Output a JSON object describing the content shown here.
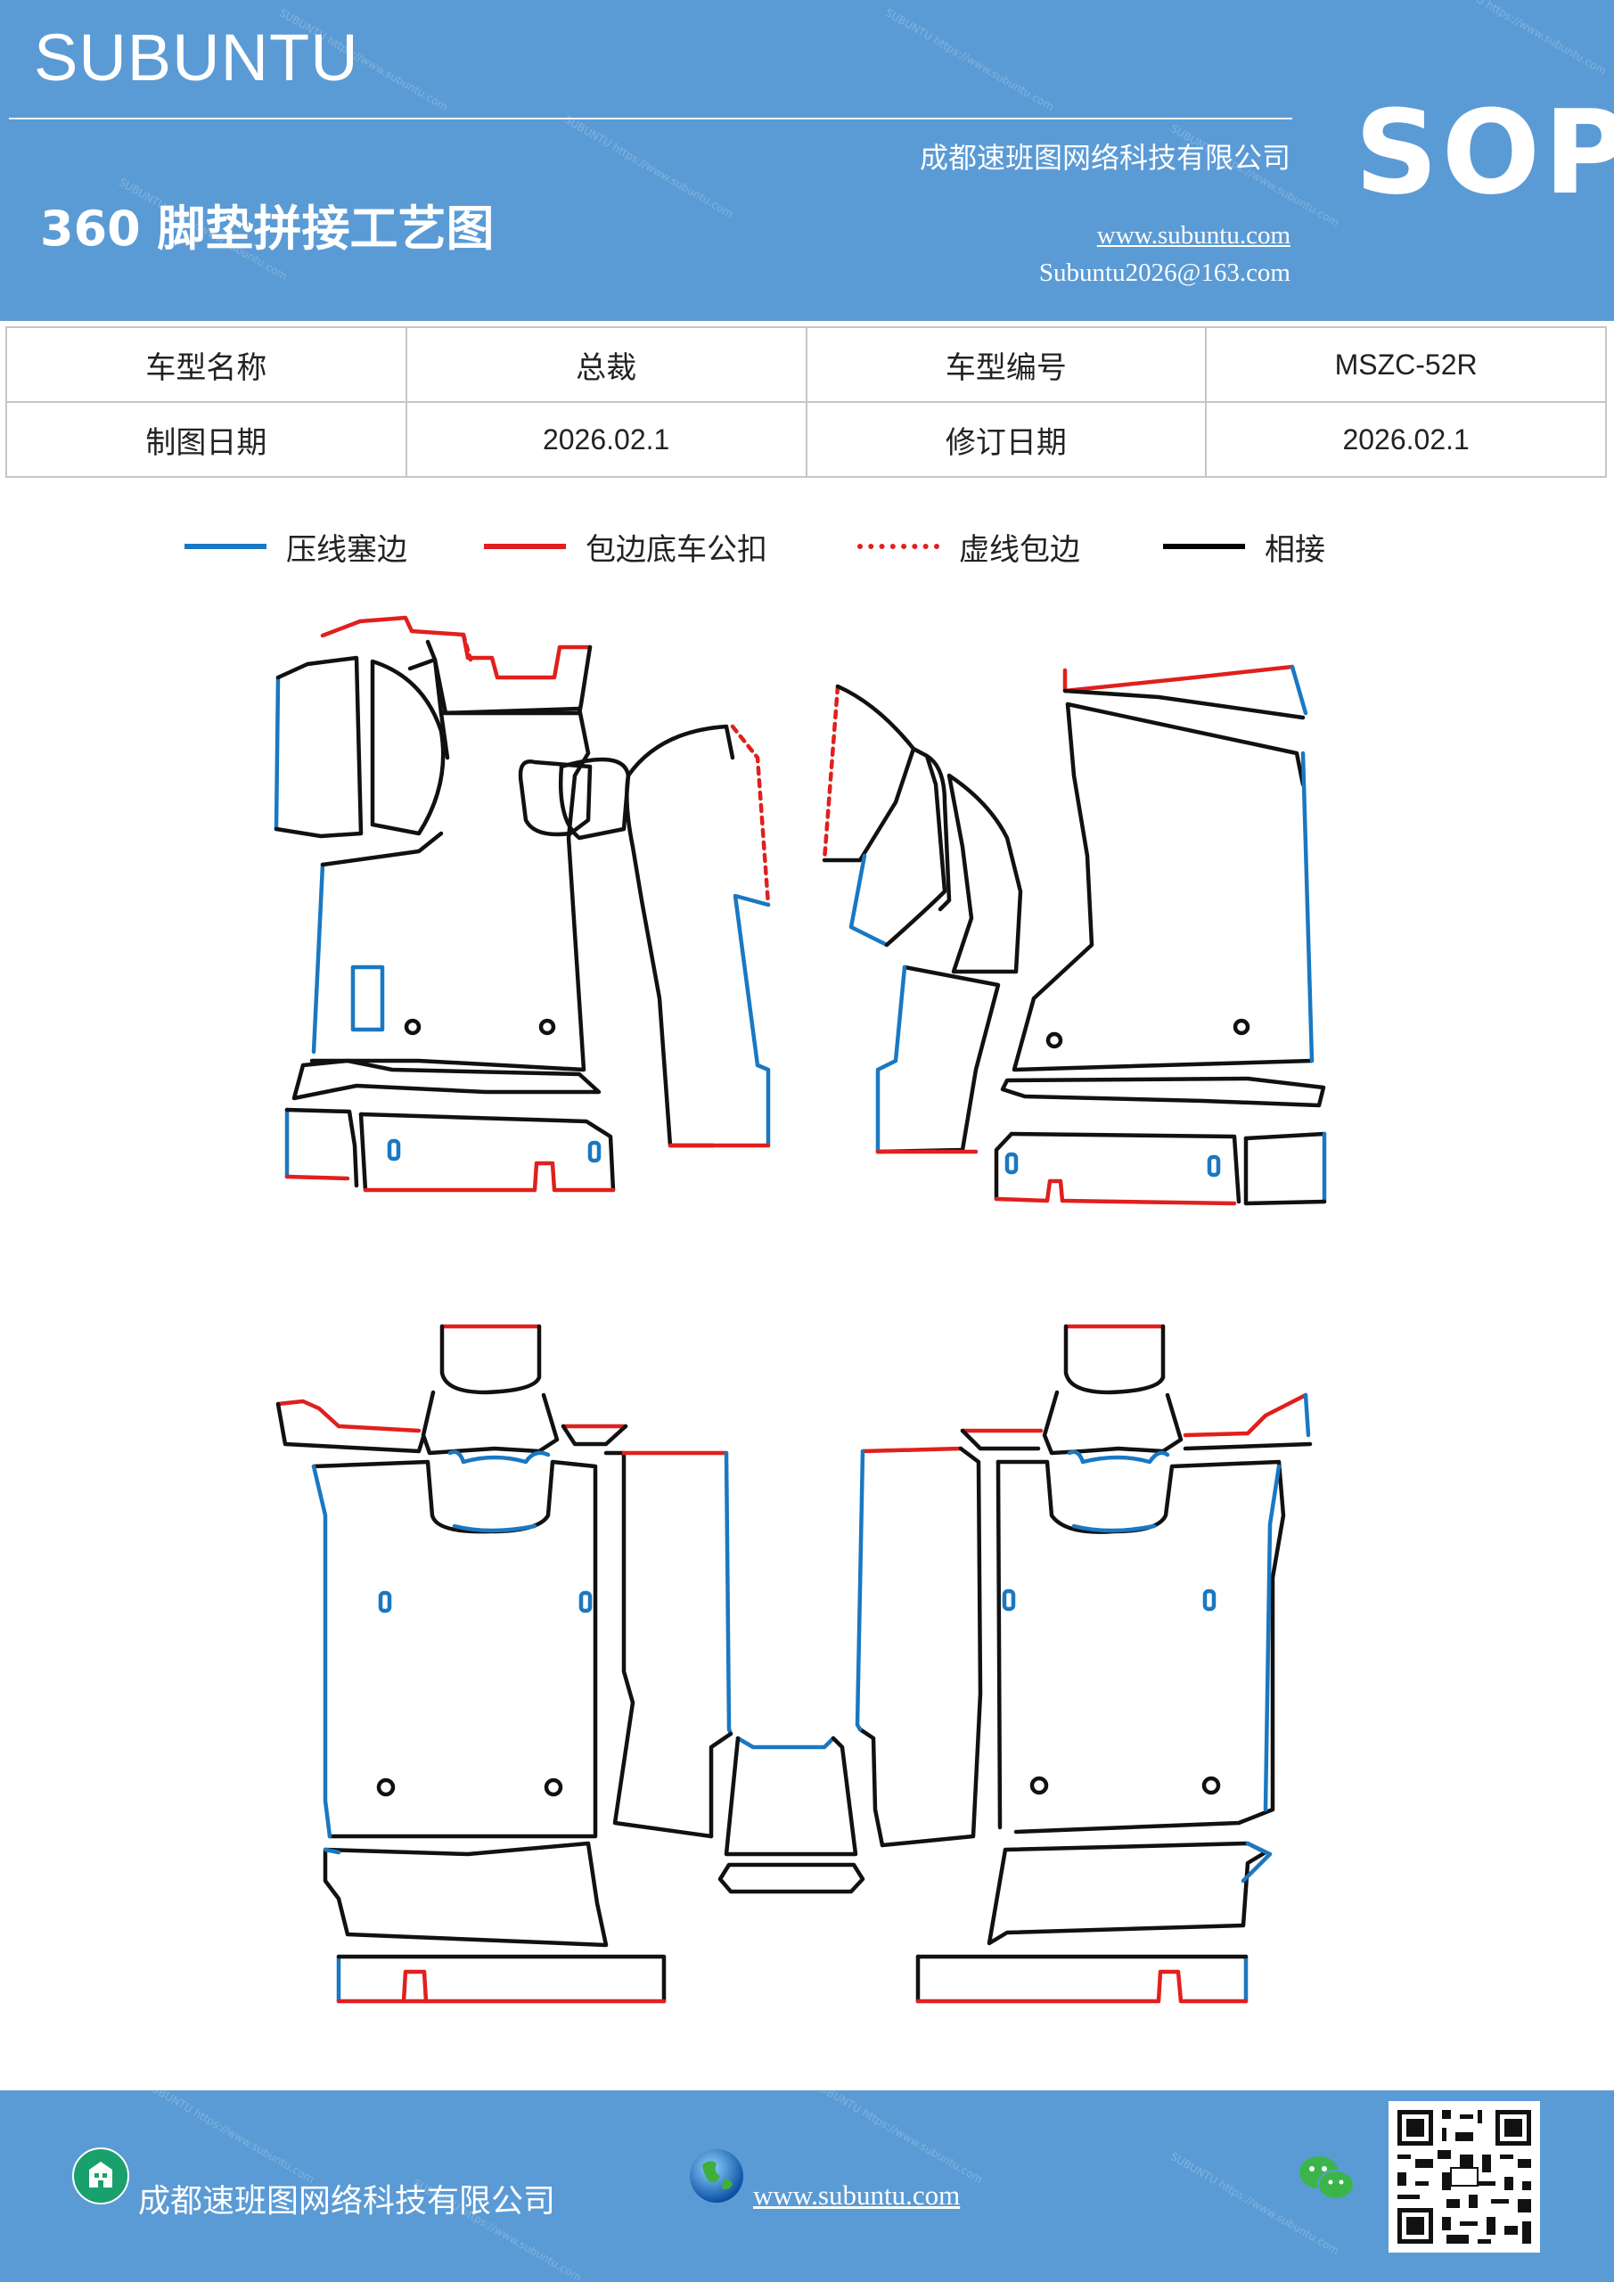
{
  "header": {
    "brand": "SUBUNTU",
    "doc_title": "360 脚垫拼接工艺图",
    "company": "成都速班图网络科技有限公司",
    "website": "www.subuntu.com",
    "email": "Subuntu2026@163.com",
    "badge": "SOP"
  },
  "info": {
    "model_name_label": "车型名称",
    "model_name_value": "总裁",
    "model_code_label": "车型编号",
    "model_code_value": "MSZC-52R",
    "draw_date_label": "制图日期",
    "draw_date_value": "2026.02.1",
    "revise_date_label": "修订日期",
    "revise_date_value": "2026.02.1"
  },
  "legend": [
    {
      "label": "压线塞边",
      "color": "#1a78c2",
      "style": "solid"
    },
    {
      "label": "包边底车公扣",
      "color": "#e0201e",
      "style": "solid"
    },
    {
      "label": "虚线包边",
      "color": "#e0201e",
      "style": "dotted"
    },
    {
      "label": "相接",
      "color": "#000000",
      "style": "solid"
    }
  ],
  "footer": {
    "company": "成都速班图网络科技有限公司",
    "website": "www.subuntu.com",
    "icons": [
      "building-icon",
      "globe-icon",
      "wechat-icon",
      "qr-code"
    ]
  },
  "colors": {
    "header_bg": "#5b9bd5",
    "blue_line": "#1a78c2",
    "red_line": "#e0201e",
    "black_line": "#111111"
  }
}
